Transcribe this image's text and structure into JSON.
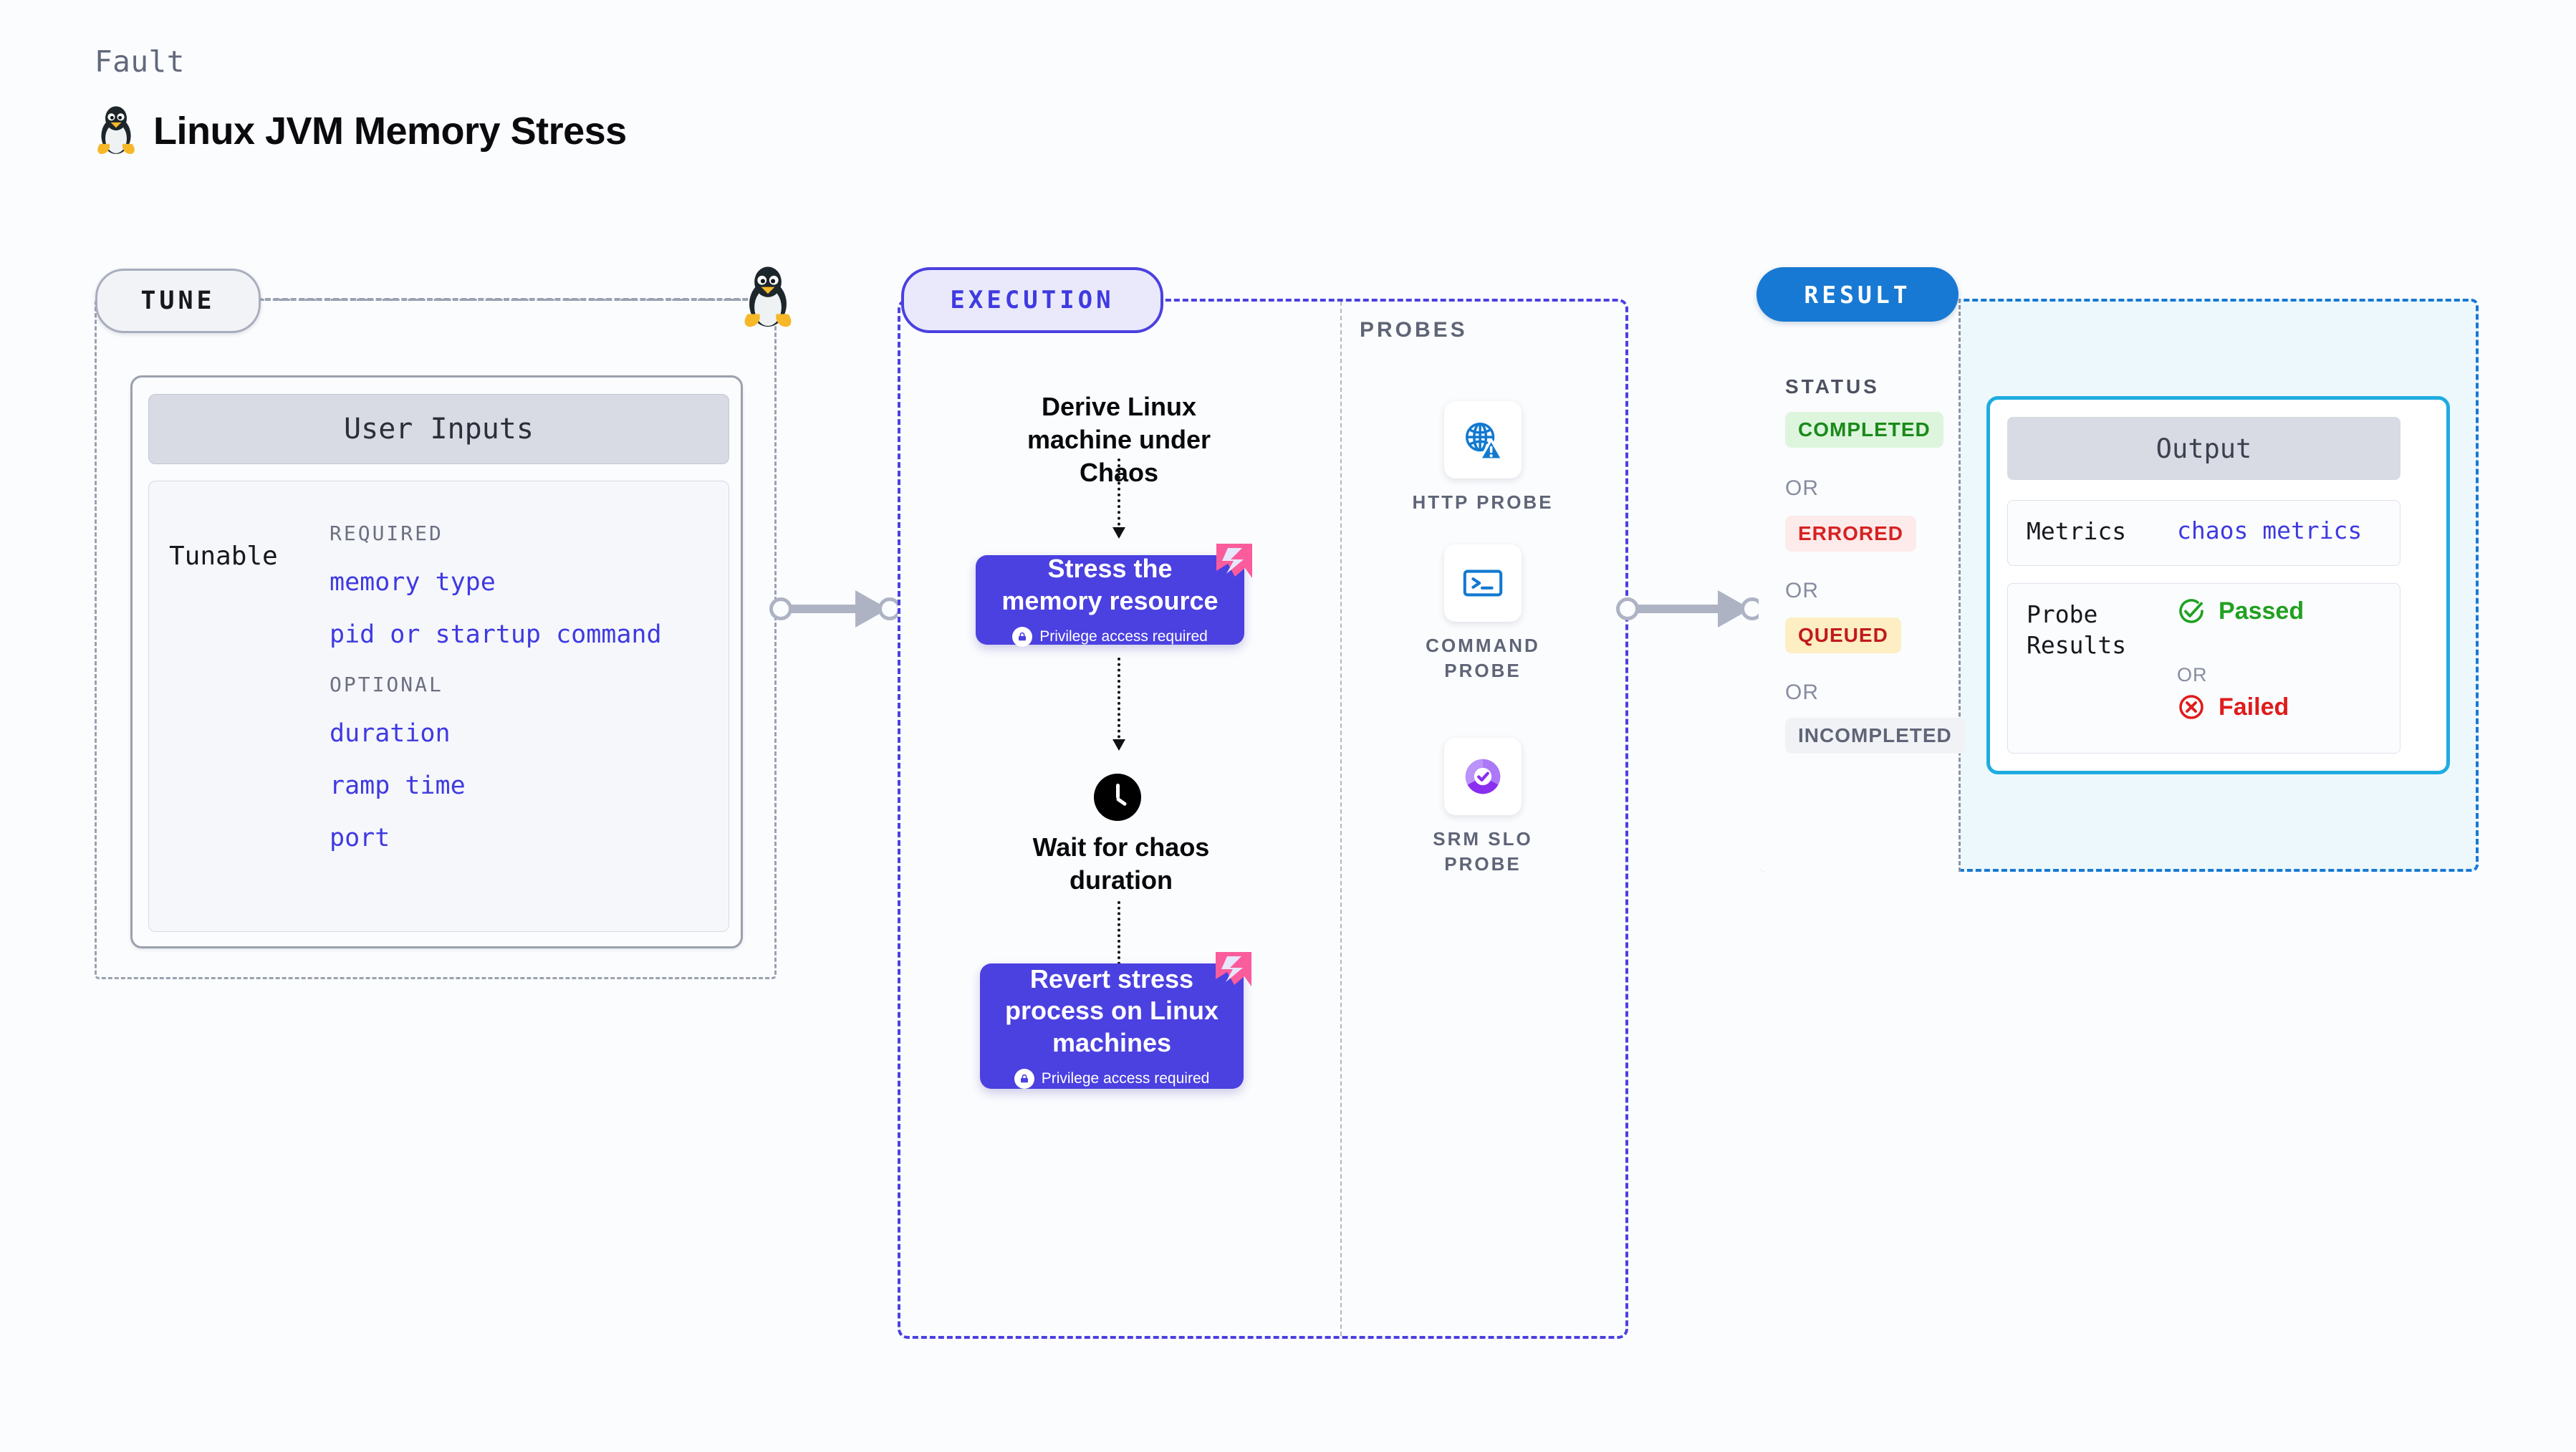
{
  "header": {
    "kicker": "Fault",
    "title": "Linux JVM Memory Stress",
    "icon": "tux-penguin-icon"
  },
  "tune": {
    "pill_label": "TUNE",
    "node_icon": "tux-penguin-icon",
    "card": {
      "header": "User Inputs",
      "row_label": "Tunable",
      "groups": [
        {
          "section": "REQUIRED",
          "items": [
            "memory type",
            "pid or startup command"
          ]
        },
        {
          "section": "OPTIONAL",
          "items": [
            "duration",
            "ramp time",
            "port"
          ]
        }
      ]
    }
  },
  "execution": {
    "pill_label": "EXECUTION",
    "steps": [
      {
        "type": "text",
        "label": "Derive Linux machine under Chaos"
      },
      {
        "type": "card",
        "label": "Stress the memory resource",
        "privilege": "Privilege access required",
        "badge_icon": "pink-ribbon-icon",
        "lock_icon": "lock-icon"
      },
      {
        "type": "wait",
        "label": "Wait for chaos duration",
        "icon": "clock-icon"
      },
      {
        "type": "card",
        "label": "Revert stress process on Linux machines",
        "privilege": "Privilege access required",
        "badge_icon": "pink-ribbon-icon",
        "lock_icon": "lock-icon"
      }
    ]
  },
  "probes": {
    "label": "PROBES",
    "items": [
      {
        "name": "HTTP PROBE",
        "icon": "globe-warning-icon"
      },
      {
        "name": "COMMAND PROBE",
        "icon": "terminal-icon"
      },
      {
        "name": "SRM SLO PROBE",
        "icon": "slo-donut-check-icon"
      }
    ]
  },
  "result": {
    "pill_label": "RESULT",
    "status_label": "STATUS",
    "or_label": "OR",
    "statuses": [
      {
        "label": "COMPLETED",
        "bg": "#ddf5dd",
        "fg": "#1a8a1a"
      },
      {
        "label": "ERRORED",
        "bg": "#fdeaea",
        "fg": "#d62222"
      },
      {
        "label": "QUEUED",
        "bg": "#fdeec4",
        "fg": "#c11b1b"
      },
      {
        "label": "INCOMPLETED",
        "bg": "#f1f2f6",
        "fg": "#5f6577"
      }
    ],
    "output": {
      "header": "Output",
      "metrics_key": "Metrics",
      "metrics_value": "chaos metrics",
      "probe_results_key": "Probe Results",
      "passed_label": "Passed",
      "failed_label": "Failed",
      "or_label": "OR",
      "passed_icon": "circle-check-icon",
      "failed_icon": "circle-x-icon",
      "passed_color": "#21a121",
      "failed_color": "#e01b1b"
    }
  },
  "connectors": [
    {
      "name": "tune-to-execution"
    },
    {
      "name": "probes-to-result"
    }
  ],
  "colors": {
    "indigo": "#4b40e0",
    "blue": "#1779d3",
    "cyan": "#1eace0",
    "pink": "#fb5c9b",
    "canvas": "#fbfcfe"
  }
}
